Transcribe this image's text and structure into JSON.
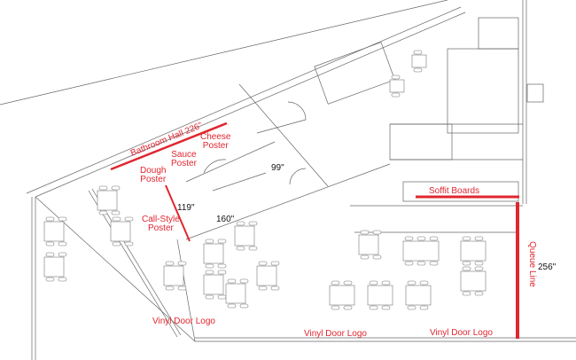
{
  "annotations": {
    "bathroom_hall": "Bathroom Hall 226\"",
    "cheese_poster": [
      "Cheese",
      "Poster"
    ],
    "sauce_poster": [
      "Sauce",
      "Poster"
    ],
    "dough_poster": [
      "Dough",
      "Poster"
    ],
    "call_style_poster": [
      "Call-Style",
      "Poster"
    ],
    "soffit_boards": "Soffit Boards",
    "queue_line": "Queue Line",
    "vinyl_door_logo_1": "Vinyl Door Logo",
    "vinyl_door_logo_2": "Vinyl Door Logo",
    "vinyl_door_logo_3": "Vinyl Door Logo"
  },
  "dimensions": {
    "d99": "99\"",
    "d119": "119\"",
    "d160": "160\"",
    "d256": "256\""
  },
  "colors": {
    "accent": "#e0262f",
    "line": "#555555"
  }
}
